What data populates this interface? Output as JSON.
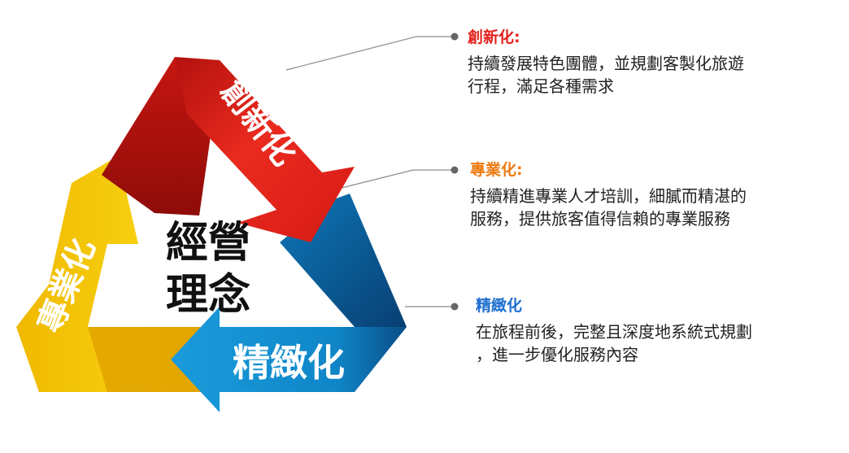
{
  "center": {
    "line1": "經營",
    "line2": "理念"
  },
  "arrows": {
    "red": {
      "label": "創新化",
      "color": "#e52521"
    },
    "yellow": {
      "label": "專業化",
      "color": "#f2c40b"
    },
    "blue": {
      "label": "精緻化",
      "color": "#1594d4"
    }
  },
  "blocks": [
    {
      "title": "創新化:",
      "title_color": "#e5201c",
      "lines": [
        "持續發展特色團體，並規劃客製化旅遊",
        "行程，滿足各種需求"
      ]
    },
    {
      "title": "專業化:",
      "title_color": "#ee7b12",
      "lines": [
        "持續精進專業人才培訓，細膩而精湛的",
        "服務，提供旅客值得信賴的專業服務"
      ]
    },
    {
      "title": "精緻化",
      "title_color": "#1e6fd0",
      "lines": [
        "在旅程前後，完整且深度地系統式規劃",
        "，進一步優化服務內容"
      ]
    }
  ]
}
